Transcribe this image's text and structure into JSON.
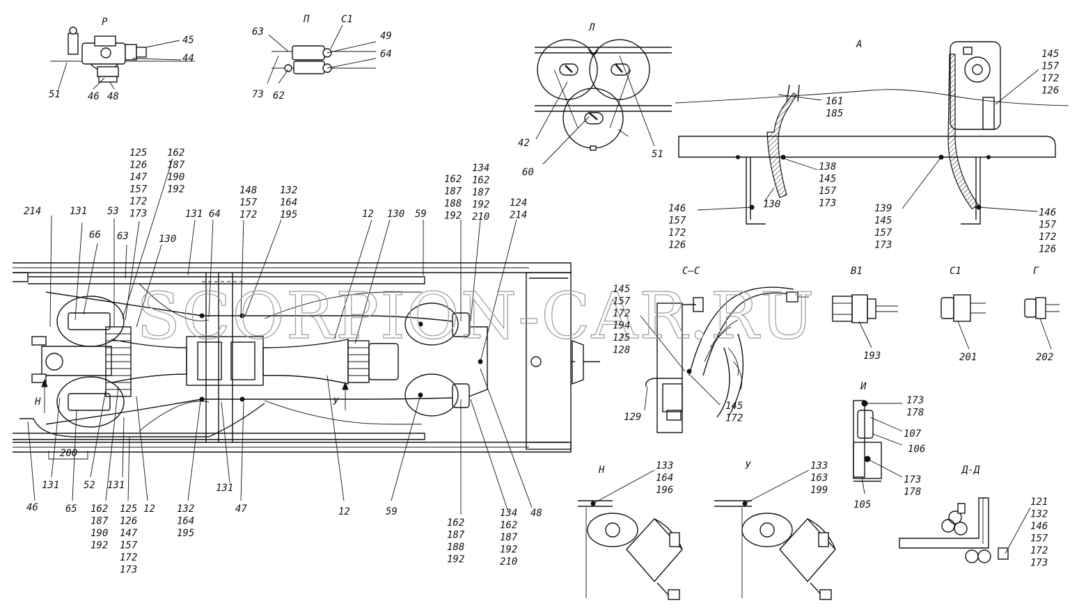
{
  "watermark": "SCORPION-CAR.RU",
  "views": {
    "R": "Р",
    "P": "П",
    "C1a": "С1",
    "L": "Л",
    "A": "А",
    "CC": "С–С",
    "B1": "В1",
    "C1": "С1",
    "G": "Г",
    "I": "И",
    "N": "Н",
    "U": "У",
    "DD": "Д-Д",
    "arrowN": "Н",
    "arrowU": "У",
    "dim200": "200"
  },
  "callouts": [
    {
      "id": "c45",
      "lines": [
        "45"
      ]
    },
    {
      "id": "c44",
      "lines": [
        "44"
      ]
    },
    {
      "id": "c51a",
      "lines": [
        "51"
      ]
    },
    {
      "id": "c46a",
      "lines": [
        "46"
      ]
    },
    {
      "id": "c48a",
      "lines": [
        "48"
      ]
    },
    {
      "id": "c63a",
      "lines": [
        "63"
      ]
    },
    {
      "id": "c49",
      "lines": [
        "49"
      ]
    },
    {
      "id": "c64a",
      "lines": [
        "64"
      ]
    },
    {
      "id": "c73",
      "lines": [
        "73"
      ]
    },
    {
      "id": "c62",
      "lines": [
        "62"
      ]
    },
    {
      "id": "c42",
      "lines": [
        "42"
      ]
    },
    {
      "id": "c60",
      "lines": [
        "60"
      ]
    },
    {
      "id": "c51b",
      "lines": [
        "51"
      ]
    },
    {
      "id": "c161",
      "lines": [
        "161",
        "185"
      ]
    },
    {
      "id": "c145top",
      "lines": [
        "145",
        "157",
        "172",
        "126"
      ]
    },
    {
      "id": "c138",
      "lines": [
        "138",
        "145",
        "157",
        "173"
      ]
    },
    {
      "id": "c130a",
      "lines": [
        "130"
      ]
    },
    {
      "id": "c146l",
      "lines": [
        "146",
        "157",
        "172",
        "126"
      ]
    },
    {
      "id": "c139",
      "lines": [
        "139",
        "145",
        "157",
        "173"
      ]
    },
    {
      "id": "c146r",
      "lines": [
        "146",
        "157",
        "172",
        "126"
      ]
    },
    {
      "id": "c125l",
      "lines": [
        "125",
        "126",
        "147",
        "157",
        "172",
        "173"
      ]
    },
    {
      "id": "c162tl",
      "lines": [
        "162",
        "187",
        "190",
        "192"
      ]
    },
    {
      "id": "c214a",
      "lines": [
        "214"
      ]
    },
    {
      "id": "c131a",
      "lines": [
        "131"
      ]
    },
    {
      "id": "c53",
      "lines": [
        "53"
      ]
    },
    {
      "id": "c66",
      "lines": [
        "66"
      ]
    },
    {
      "id": "c63b",
      "lines": [
        "63"
      ]
    },
    {
      "id": "c130b",
      "lines": [
        "130"
      ]
    },
    {
      "id": "c131b",
      "lines": [
        "131"
      ]
    },
    {
      "id": "c64b",
      "lines": [
        "64"
      ]
    },
    {
      "id": "c148",
      "lines": [
        "148",
        "157",
        "172"
      ]
    },
    {
      "id": "c132t",
      "lines": [
        "132",
        "164",
        "195"
      ]
    },
    {
      "id": "c12a",
      "lines": [
        "12"
      ]
    },
    {
      "id": "c130c",
      "lines": [
        "130"
      ]
    },
    {
      "id": "c59a",
      "lines": [
        "59"
      ]
    },
    {
      "id": "c162tm",
      "lines": [
        "162",
        "187",
        "188",
        "192"
      ]
    },
    {
      "id": "c134t",
      "lines": [
        "134",
        "162",
        "187",
        "192",
        "210"
      ]
    },
    {
      "id": "c124",
      "lines": [
        "124",
        "214"
      ]
    },
    {
      "id": "c145cc",
      "lines": [
        "145",
        "157",
        "172",
        "194",
        "125",
        "128"
      ]
    },
    {
      "id": "c129",
      "lines": [
        "129"
      ]
    },
    {
      "id": "c145b",
      "lines": [
        "145",
        "172"
      ]
    },
    {
      "id": "c193",
      "lines": [
        "193"
      ]
    },
    {
      "id": "c201",
      "lines": [
        "201"
      ]
    },
    {
      "id": "c202",
      "lines": [
        "202"
      ]
    },
    {
      "id": "c173a",
      "lines": [
        "173",
        "178"
      ]
    },
    {
      "id": "c107",
      "lines": [
        "107"
      ]
    },
    {
      "id": "c106",
      "lines": [
        "106"
      ]
    },
    {
      "id": "c173b",
      "lines": [
        "173",
        "178"
      ]
    },
    {
      "id": "c105",
      "lines": [
        "105"
      ]
    },
    {
      "id": "c46b",
      "lines": [
        "46"
      ]
    },
    {
      "id": "c131c",
      "lines": [
        "131"
      ]
    },
    {
      "id": "c65",
      "lines": [
        "65"
      ]
    },
    {
      "id": "c52",
      "lines": [
        "52"
      ]
    },
    {
      "id": "c131d",
      "lines": [
        "131"
      ]
    },
    {
      "id": "c162bl",
      "lines": [
        "162",
        "187",
        "190",
        "192"
      ]
    },
    {
      "id": "c125b",
      "lines": [
        "125",
        "126",
        "147",
        "157",
        "172",
        "173"
      ]
    },
    {
      "id": "c12b",
      "lines": [
        "12"
      ]
    },
    {
      "id": "c132b",
      "lines": [
        "132",
        "164",
        "195"
      ]
    },
    {
      "id": "c131e",
      "lines": [
        "131"
      ]
    },
    {
      "id": "c47",
      "lines": [
        "47"
      ]
    },
    {
      "id": "c12c",
      "lines": [
        "12"
      ]
    },
    {
      "id": "c59b",
      "lines": [
        "59"
      ]
    },
    {
      "id": "c162bm",
      "lines": [
        "162",
        "187",
        "188",
        "192"
      ]
    },
    {
      "id": "c134b",
      "lines": [
        "134",
        "162",
        "187",
        "192",
        "210"
      ]
    },
    {
      "id": "c48b",
      "lines": [
        "48"
      ]
    },
    {
      "id": "c133n",
      "lines": [
        "133",
        "164",
        "196"
      ]
    },
    {
      "id": "c133u",
      "lines": [
        "133",
        "163",
        "199"
      ]
    },
    {
      "id": "c121",
      "lines": [
        "121",
        "132",
        "146",
        "157",
        "172",
        "173"
      ]
    }
  ]
}
